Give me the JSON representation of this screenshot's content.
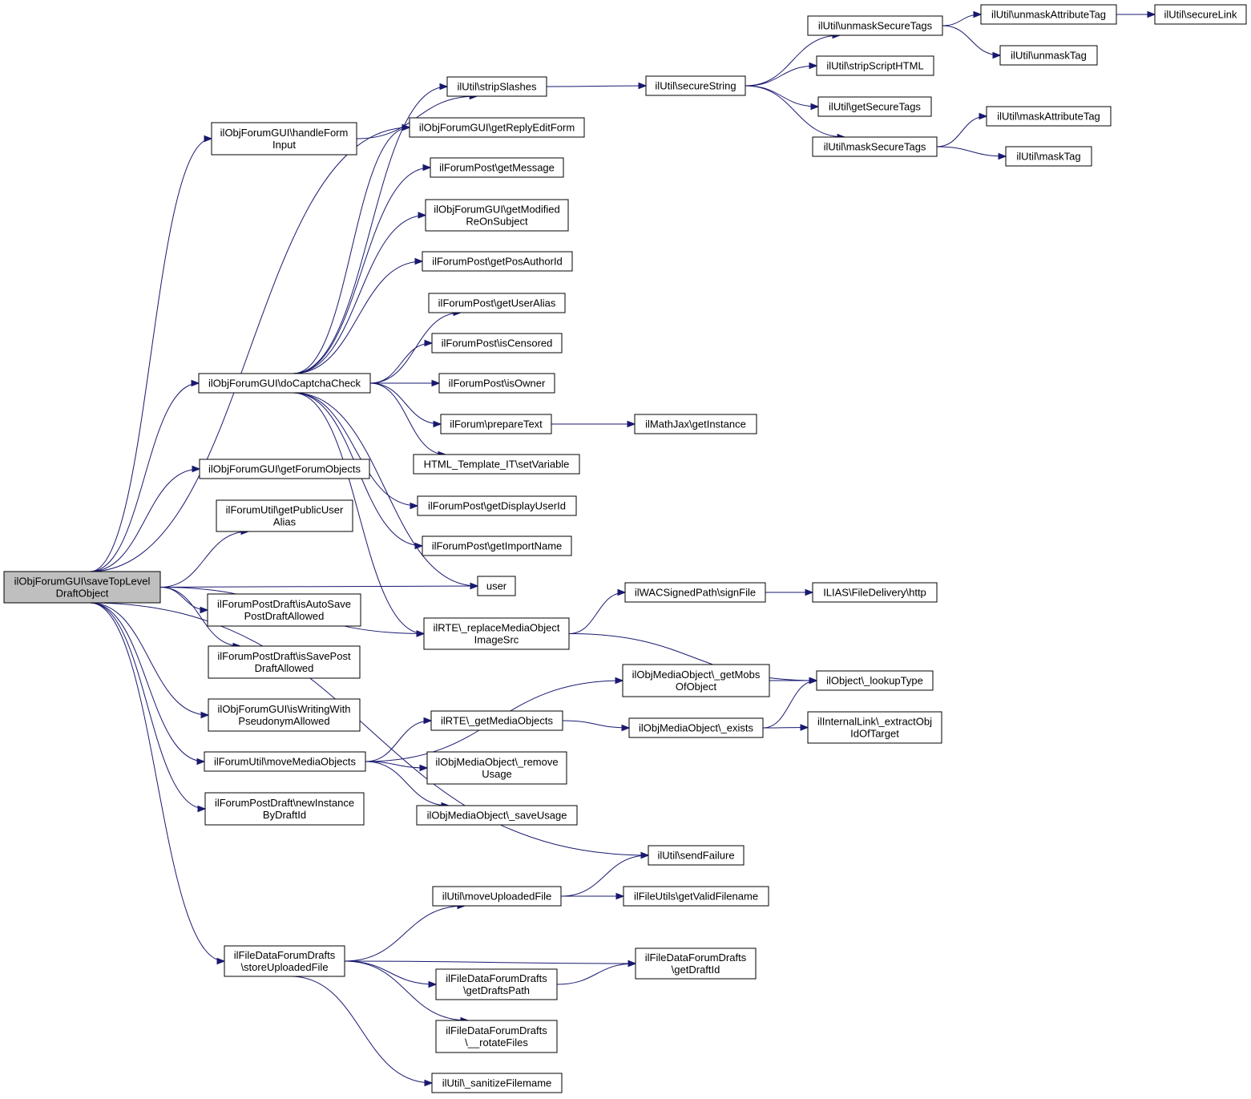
{
  "diagram": {
    "nodes": [
      {
        "id": "n0",
        "lines": [
          "ilObjForumGUI\\saveTopLevel",
          "DraftObject"
        ],
        "root": true
      },
      {
        "id": "n1",
        "lines": [
          "ilObjForumGUI\\handleForm",
          "Input"
        ]
      },
      {
        "id": "n2",
        "lines": [
          "ilObjForumGUI\\doCaptchaCheck"
        ]
      },
      {
        "id": "n3",
        "lines": [
          "ilObjForumGUI\\getForumObjects"
        ]
      },
      {
        "id": "n4",
        "lines": [
          "ilForumUtil\\getPublicUser",
          "Alias"
        ]
      },
      {
        "id": "n5",
        "lines": [
          "ilForumPostDraft\\isAutoSave",
          "PostDraftAllowed"
        ]
      },
      {
        "id": "n6",
        "lines": [
          "ilForumPostDraft\\isSavePost",
          "DraftAllowed"
        ]
      },
      {
        "id": "n7",
        "lines": [
          "ilObjForumGUI\\isWritingWith",
          "PseudonymAllowed"
        ]
      },
      {
        "id": "n8",
        "lines": [
          "ilForumUtil\\moveMediaObjects"
        ]
      },
      {
        "id": "n9",
        "lines": [
          "ilForumPostDraft\\newInstance",
          "ByDraftId"
        ]
      },
      {
        "id": "n10",
        "lines": [
          "ilFileDataForumDrafts",
          "\\storeUploadedFile"
        ]
      },
      {
        "id": "n11",
        "lines": [
          "ilUtil\\stripSlashes"
        ]
      },
      {
        "id": "n12",
        "lines": [
          "ilObjForumGUI\\getReplyEditForm"
        ]
      },
      {
        "id": "n13",
        "lines": [
          "ilForumPost\\getMessage"
        ]
      },
      {
        "id": "n14",
        "lines": [
          "ilObjForumGUI\\getModified",
          "ReOnSubject"
        ]
      },
      {
        "id": "n15",
        "lines": [
          "ilForumPost\\getPosAuthorId"
        ]
      },
      {
        "id": "n16",
        "lines": [
          "ilForumPost\\getUserAlias"
        ]
      },
      {
        "id": "n17",
        "lines": [
          "ilForumPost\\isCensored"
        ]
      },
      {
        "id": "n18",
        "lines": [
          "ilForumPost\\isOwner"
        ]
      },
      {
        "id": "n19",
        "lines": [
          "ilForum\\prepareText"
        ]
      },
      {
        "id": "n20",
        "lines": [
          "HTML_Template_IT\\setVariable"
        ]
      },
      {
        "id": "n21",
        "lines": [
          "ilForumPost\\getDisplayUserId"
        ]
      },
      {
        "id": "n22",
        "lines": [
          "ilForumPost\\getImportName"
        ]
      },
      {
        "id": "n23",
        "lines": [
          "user"
        ]
      },
      {
        "id": "n24",
        "lines": [
          "ilRTE\\_replaceMediaObject",
          "ImageSrc"
        ]
      },
      {
        "id": "n25",
        "lines": [
          "ilRTE\\_getMediaObjects"
        ]
      },
      {
        "id": "n26",
        "lines": [
          "ilObjMediaObject\\_remove",
          "Usage"
        ]
      },
      {
        "id": "n27",
        "lines": [
          "ilObjMediaObject\\_saveUsage"
        ]
      },
      {
        "id": "n28",
        "lines": [
          "ilUtil\\sendFailure"
        ]
      },
      {
        "id": "n29",
        "lines": [
          "ilUtil\\moveUploadedFile"
        ]
      },
      {
        "id": "n30",
        "lines": [
          "ilFileDataForumDrafts",
          "\\getDraftsPath"
        ]
      },
      {
        "id": "n31",
        "lines": [
          "ilFileDataForumDrafts",
          "\\__rotateFiles"
        ]
      },
      {
        "id": "n32",
        "lines": [
          "ilUtil\\_sanitizeFilemame"
        ]
      },
      {
        "id": "n33",
        "lines": [
          "ilUtil\\secureString"
        ]
      },
      {
        "id": "n34",
        "lines": [
          "ilMathJax\\getInstance"
        ]
      },
      {
        "id": "n35",
        "lines": [
          "ilWACSignedPath\\signFile"
        ]
      },
      {
        "id": "n36",
        "lines": [
          "ilObjMediaObject\\_getMobs",
          "OfObject"
        ]
      },
      {
        "id": "n37",
        "lines": [
          "ilObjMediaObject\\_exists"
        ]
      },
      {
        "id": "n38",
        "lines": [
          "ilFileUtils\\getValidFilename"
        ]
      },
      {
        "id": "n39",
        "lines": [
          "ilFileDataForumDrafts",
          "\\getDraftId"
        ]
      },
      {
        "id": "n40",
        "lines": [
          "ilUtil\\unmaskSecureTags"
        ]
      },
      {
        "id": "n41",
        "lines": [
          "ilUtil\\stripScriptHTML"
        ]
      },
      {
        "id": "n42",
        "lines": [
          "ilUtil\\getSecureTags"
        ]
      },
      {
        "id": "n43",
        "lines": [
          "ilUtil\\maskSecureTags"
        ]
      },
      {
        "id": "n44",
        "lines": [
          "ILIAS\\FileDelivery\\http"
        ]
      },
      {
        "id": "n45",
        "lines": [
          "ilObject\\_lookupType"
        ]
      },
      {
        "id": "n46",
        "lines": [
          "ilInternalLink\\_extractObj",
          "IdOfTarget"
        ]
      },
      {
        "id": "n47",
        "lines": [
          "ilUtil\\unmaskAttributeTag"
        ]
      },
      {
        "id": "n48",
        "lines": [
          "ilUtil\\unmaskTag"
        ]
      },
      {
        "id": "n49",
        "lines": [
          "ilUtil\\maskAttributeTag"
        ]
      },
      {
        "id": "n50",
        "lines": [
          "ilUtil\\maskTag"
        ]
      },
      {
        "id": "n51",
        "lines": [
          "ilUtil\\secureLink"
        ]
      }
    ],
    "edges": [
      [
        "n0",
        "n1"
      ],
      [
        "n0",
        "n2"
      ],
      [
        "n0",
        "n3"
      ],
      [
        "n0",
        "n4"
      ],
      [
        "n0",
        "n5"
      ],
      [
        "n0",
        "n6"
      ],
      [
        "n0",
        "n7"
      ],
      [
        "n0",
        "n8"
      ],
      [
        "n0",
        "n9"
      ],
      [
        "n0",
        "n10"
      ],
      [
        "n0",
        "n12"
      ],
      [
        "n0",
        "n24"
      ],
      [
        "n0",
        "n28"
      ],
      [
        "n0",
        "n23"
      ],
      [
        "n1",
        "n11"
      ],
      [
        "n2",
        "n11"
      ],
      [
        "n2",
        "n12"
      ],
      [
        "n2",
        "n13"
      ],
      [
        "n2",
        "n14"
      ],
      [
        "n2",
        "n15"
      ],
      [
        "n2",
        "n16"
      ],
      [
        "n2",
        "n17"
      ],
      [
        "n2",
        "n18"
      ],
      [
        "n2",
        "n19"
      ],
      [
        "n2",
        "n20"
      ],
      [
        "n2",
        "n21"
      ],
      [
        "n2",
        "n22"
      ],
      [
        "n2",
        "n23"
      ],
      [
        "n2",
        "n24"
      ],
      [
        "n8",
        "n25"
      ],
      [
        "n8",
        "n26"
      ],
      [
        "n8",
        "n27"
      ],
      [
        "n8",
        "n36"
      ],
      [
        "n10",
        "n29"
      ],
      [
        "n10",
        "n30"
      ],
      [
        "n10",
        "n31"
      ],
      [
        "n10",
        "n32"
      ],
      [
        "n10",
        "n39"
      ],
      [
        "n11",
        "n33"
      ],
      [
        "n19",
        "n34"
      ],
      [
        "n24",
        "n35"
      ],
      [
        "n24",
        "n45"
      ],
      [
        "n25",
        "n37"
      ],
      [
        "n29",
        "n28"
      ],
      [
        "n29",
        "n38"
      ],
      [
        "n30",
        "n39"
      ],
      [
        "n33",
        "n40"
      ],
      [
        "n33",
        "n41"
      ],
      [
        "n33",
        "n42"
      ],
      [
        "n33",
        "n43"
      ],
      [
        "n35",
        "n44"
      ],
      [
        "n36",
        "n45"
      ],
      [
        "n37",
        "n45"
      ],
      [
        "n37",
        "n46"
      ],
      [
        "n40",
        "n47"
      ],
      [
        "n40",
        "n48"
      ],
      [
        "n43",
        "n49"
      ],
      [
        "n43",
        "n50"
      ],
      [
        "n47",
        "n51"
      ]
    ]
  }
}
